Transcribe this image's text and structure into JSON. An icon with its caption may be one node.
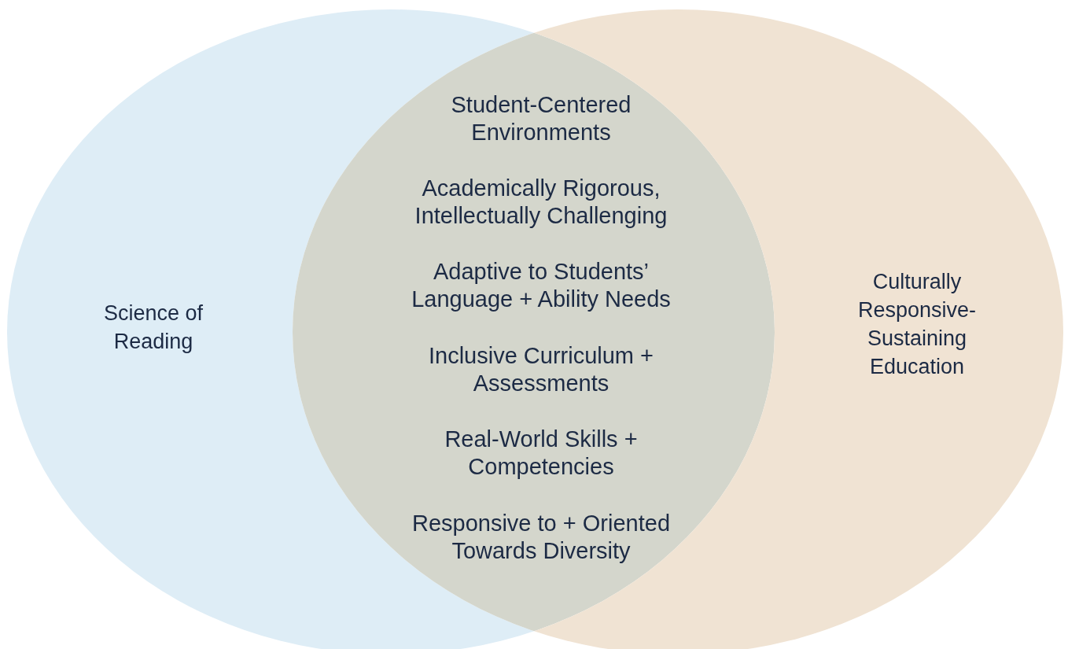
{
  "diagram": {
    "nodes": [
      {
        "text": [
          "Science of Reading"
        ]
      },
      {
        "text": [
          "Culturally Responsive-Sustaining Education"
        ]
      }
    ],
    "labels": [
      "Student-Centered Environments",
      "Academically Rigorous, Intellectually Challenging",
      "Adaptive to Students’ Language + Ability Needs",
      "Inclusive Curriculum + Assessments",
      "Real-World Skills + Competencies",
      "Responsive to + Oriented Towards Diversity"
    ]
  }
}
